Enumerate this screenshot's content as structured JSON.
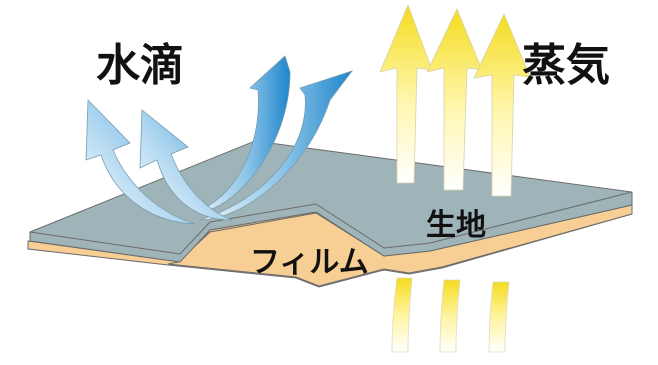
{
  "labels": {
    "water": "水滴",
    "vapor": "蒸気",
    "fabric": "生地",
    "film": "フィルム"
  },
  "colors": {
    "fabric_top": "#9fb4b8",
    "film_layer": "#f7cf95",
    "water_arrow": "#2a8ed0",
    "vapor_arrow": "#f4dc20"
  },
  "icons": {
    "water_arrows": "curved-arrow-icon",
    "vapor_arrows": "up-arrow-icon"
  }
}
